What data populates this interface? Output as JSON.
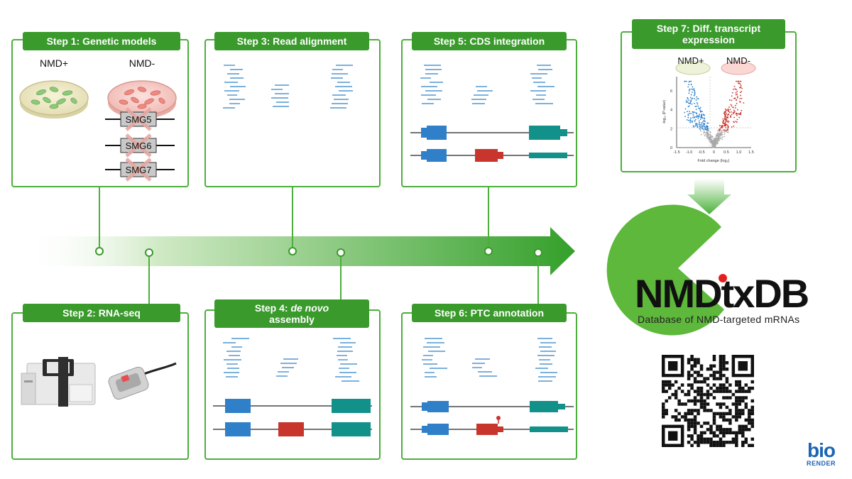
{
  "steps": {
    "s1": "Step 1: Genetic models",
    "s2": "Step 2: RNA-seq",
    "s3": "Step 3: Read alignment",
    "s4_prefix": "Step 4: ",
    "s4_italic": "de novo",
    "s4_suffix": "assembly",
    "s5": "Step 5: CDS integration",
    "s6": "Step 6: PTC annotation",
    "s7": "Step 7: Diff. transcript expression"
  },
  "models": {
    "nmd_plus": "NMD+",
    "nmd_minus": "NMD-",
    "genes": [
      "SMG5",
      "SMG6",
      "SMG7"
    ]
  },
  "volcano": {
    "nmd_plus": "NMD+",
    "nmd_minus": "NMD-",
    "ylabel": "-log₁₀ (P-value)",
    "xlabel": "Fold change (log₂)",
    "xticks": [
      "-1.5",
      "-1.0",
      "-0.5",
      "0",
      "0.5",
      "1.0",
      "1.5"
    ],
    "yticks": [
      "0",
      "2",
      "4",
      "6"
    ]
  },
  "database": {
    "name": "NMDtxDB",
    "subtitle": "Database of NMD-targeted mRNAs"
  },
  "brand": {
    "top": "bio",
    "bottom": "RENDER"
  },
  "colors": {
    "green": "#3a9a2c",
    "blue": "#2f80c8",
    "red": "#c8352d",
    "teal": "#12908a"
  }
}
